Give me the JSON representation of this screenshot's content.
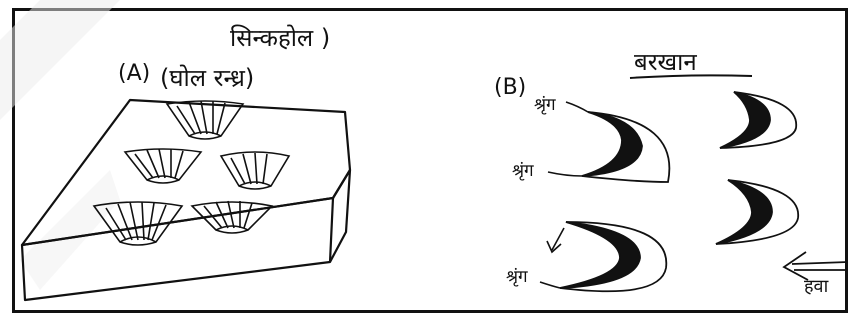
{
  "panel_a": {
    "letter": "(A)",
    "title_top": "सिन्कहोल )",
    "title_bottom": "(घोल रन्ध्र)"
  },
  "panel_b": {
    "letter": "(B)",
    "title": "बरखान",
    "horn_label": "श्रृंग",
    "wind_label": "हवा"
  },
  "colors": {
    "ink": "#111111",
    "watermark": "#eeeeee"
  }
}
